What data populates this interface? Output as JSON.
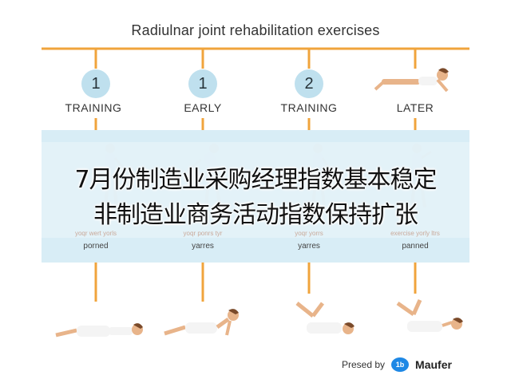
{
  "title": "Radiulnar joint rehabilitation exercises",
  "stages": [
    {
      "number": "1",
      "label": "TRAINING",
      "faded_text": "yoqr wert yorls",
      "caption": "porned"
    },
    {
      "number": "1",
      "label": "EARLY",
      "faded_text": "yoqr ponrs tyr",
      "caption": "yarres"
    },
    {
      "number": "2",
      "label": "TRAINING",
      "faded_text": "yoqr yorrs",
      "caption": "yarres"
    },
    {
      "number": "",
      "label": "LATER",
      "faded_text": "exercise yorly ltrs",
      "caption": "panned"
    }
  ],
  "overlay": {
    "line1": "7月份制造业采购经理指数基本稳定",
    "line2": "非制造业商务活动指数保持扩张"
  },
  "credit": {
    "prefix": "Presed by",
    "logo_text": "1b",
    "brand": "Maufer"
  },
  "colors": {
    "timeline": "#f0a43c",
    "stage_circle": "#bfe0ee",
    "band": "#cde8f4",
    "skin": "#e8b48a",
    "hair": "#7a4a2a",
    "clothing": "#f4f4f4"
  }
}
